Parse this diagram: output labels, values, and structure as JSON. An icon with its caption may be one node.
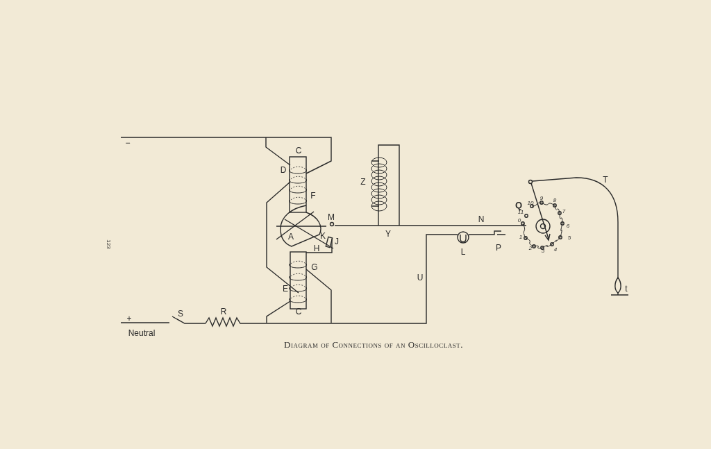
{
  "diagram": {
    "caption": "Diagram of Connections of an Oscilloclast.",
    "labels": [
      "−",
      "C",
      "D",
      "Z",
      "T",
      "F",
      "Q",
      "10",
      "9",
      "8",
      "11",
      "7",
      "M",
      "N",
      "0",
      "6",
      "A",
      "K",
      "Y",
      "123",
      "J",
      "H",
      "1",
      "5",
      "L",
      "P",
      "2",
      "4",
      "3",
      "G",
      "U",
      "E",
      "t",
      "S",
      "R",
      "C",
      "+",
      "Neutral"
    ]
  }
}
